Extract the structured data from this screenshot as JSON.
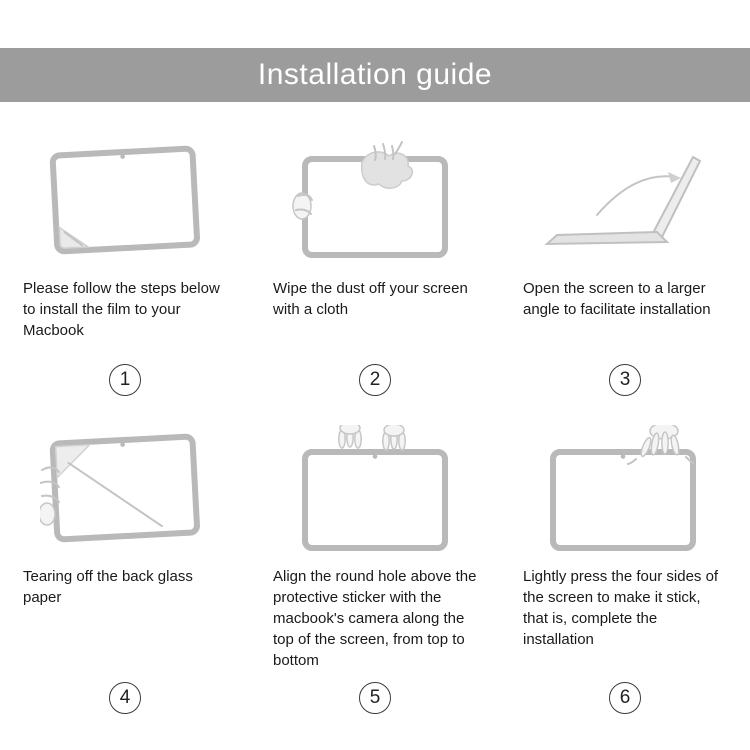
{
  "header": {
    "title": "Installation guide"
  },
  "steps": [
    {
      "number": "1",
      "caption": "Please follow the steps below to install the film to your Macbook",
      "illustration": "peel-film-screen-icon"
    },
    {
      "number": "2",
      "caption": "Wipe the dust off your screen with a cloth",
      "illustration": "wipe-screen-cloth-icon"
    },
    {
      "number": "3",
      "caption": "Open the screen to a larger angle to facilitate installation",
      "illustration": "open-laptop-angle-icon"
    },
    {
      "number": "4",
      "caption": "Tearing off the back glass paper",
      "illustration": "tear-backing-paper-icon"
    },
    {
      "number": "5",
      "caption": "Align the round hole above the protective sticker with the macbook's camera along the top of the screen, from top to bottom",
      "illustration": "align-film-camera-icon"
    },
    {
      "number": "6",
      "caption": "Lightly press the four sides of the screen to make it stick, that is, complete the installation",
      "illustration": "press-four-sides-icon"
    }
  ],
  "colors": {
    "header_bg": "#9c9c9c",
    "header_text": "#ffffff",
    "illustration_stroke": "#b9b9b9",
    "caption_text": "#1a1a1a",
    "badge_border": "#3a3a3a"
  }
}
